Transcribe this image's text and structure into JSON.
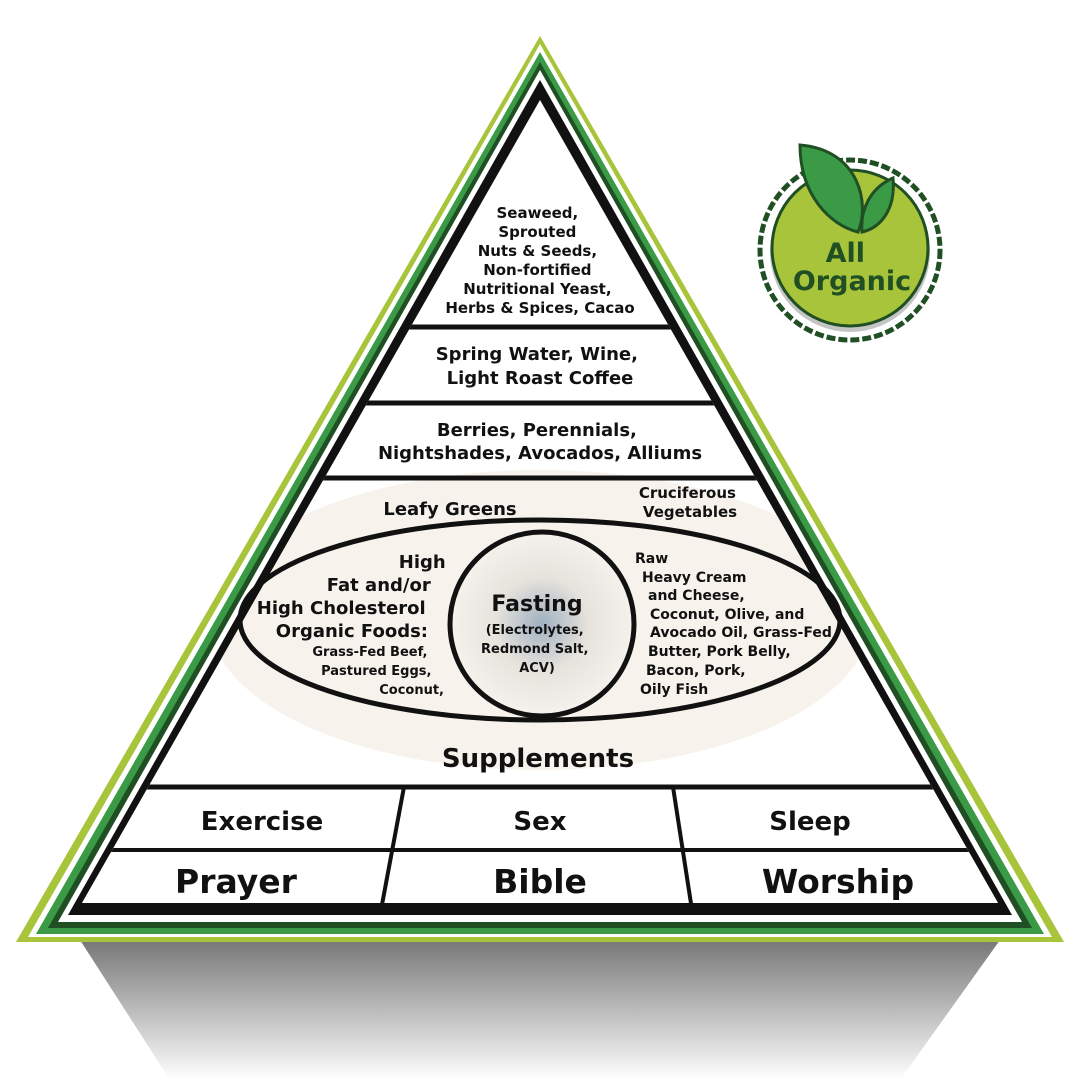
{
  "pyramid": {
    "tier1": [
      "Seaweed,",
      "Sprouted",
      "Nuts & Seeds,",
      "Non-fortified",
      "Nutritional Yeast,",
      "Herbs & Spices, Cacao"
    ],
    "tier2": [
      "Spring Water, Wine,",
      "Light Roast Coffee"
    ],
    "tier3": [
      "Berries, Perennials,",
      "Nightshades, Avocados, Alliums"
    ],
    "tier4": {
      "leafy": "Leafy Greens",
      "cruciferous": [
        "Cruciferous",
        "Vegetables"
      ],
      "left": [
        "High",
        "Fat and/or",
        "High Cholesterol",
        "Organic Foods:"
      ],
      "left_items": [
        "Grass-Fed Beef,",
        "Pastured Eggs,",
        "Coconut,"
      ],
      "right": [
        "Raw",
        "Heavy Cream",
        "and Cheese,",
        "Coconut, Olive, and",
        "Avocado Oil, Grass-Fed",
        "Butter, Pork Belly,",
        "Bacon, Pork,",
        "Oily Fish"
      ],
      "center_title": "Fasting",
      "center_items": [
        "(Electrolytes,",
        "Redmond Salt,",
        "ACV)"
      ],
      "supplements": "Supplements"
    },
    "foundation_row1": [
      "Exercise",
      "Sex",
      "Sleep"
    ],
    "foundation_row2": [
      "Prayer",
      "Bible",
      "Worship"
    ]
  },
  "badge": {
    "text": [
      "All",
      "Organic"
    ],
    "colors": {
      "light": "#a8c43a",
      "dark": "#1f4f23",
      "leaf": "#3a9a45"
    }
  },
  "colors": {
    "border_dark": "#1f4f23",
    "border_mid": "#3a9a45",
    "border_light": "#a8c43a"
  }
}
